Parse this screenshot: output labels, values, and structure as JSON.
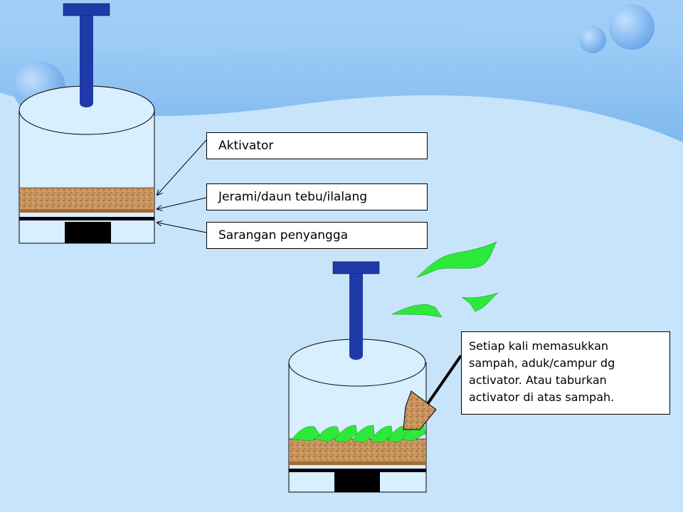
{
  "labels": {
    "aktivator": "Aktivator",
    "jerami": "Jerami/daun tebu/ilalang",
    "sarangan": "Sarangan penyangga"
  },
  "note": {
    "lines": [
      "Setiap kali memasukkan",
      "sampah, aduk/campur dg",
      "activator.  Atau taburkan",
      "activator di atas sampah."
    ]
  },
  "colors": {
    "background": "#c8e4fb",
    "wave": "#86bff4",
    "plunger": "#1f3aa8",
    "straw_layer": "#c8955f",
    "leaves": "#2ee83a",
    "container": "#d7efff"
  }
}
